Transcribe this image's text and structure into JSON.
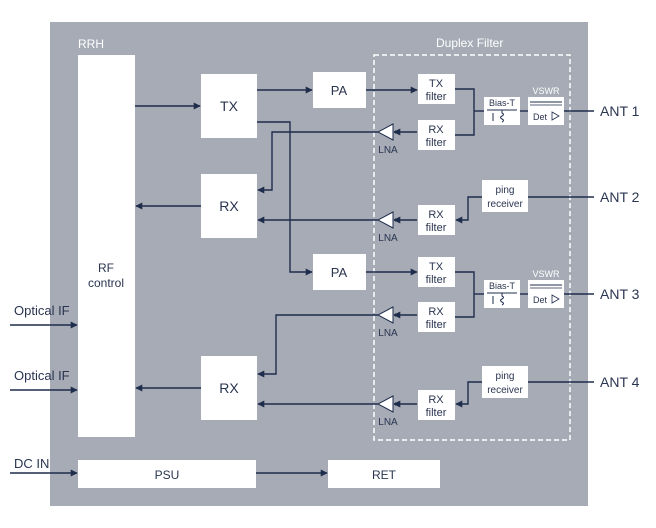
{
  "diagram": {
    "rrh_label": "RRH",
    "duplex_filter_label": "Duplex Filter",
    "rf_control": [
      "RF",
      "control"
    ],
    "tx": "TX",
    "rx": "RX",
    "pa": "PA",
    "lna": "LNA",
    "tx_filter": [
      "TX",
      "filter"
    ],
    "rx_filter": [
      "RX",
      "filter"
    ],
    "bias_t": "Bias-T",
    "vswr": "VSWR",
    "det": "Det",
    "ping_receiver": [
      "ping",
      "receiver"
    ],
    "antennas": [
      "ANT 1",
      "ANT 2",
      "ANT 3",
      "ANT 4"
    ],
    "optical_if": "Optical IF",
    "dc_in": "DC IN",
    "psu": "PSU",
    "ret": "RET",
    "colors": {
      "panel": "#a6abb6",
      "block": "#ffffff",
      "line": "#1f2d4c",
      "text": "#2a3550",
      "header_text": "#ffffff"
    }
  }
}
